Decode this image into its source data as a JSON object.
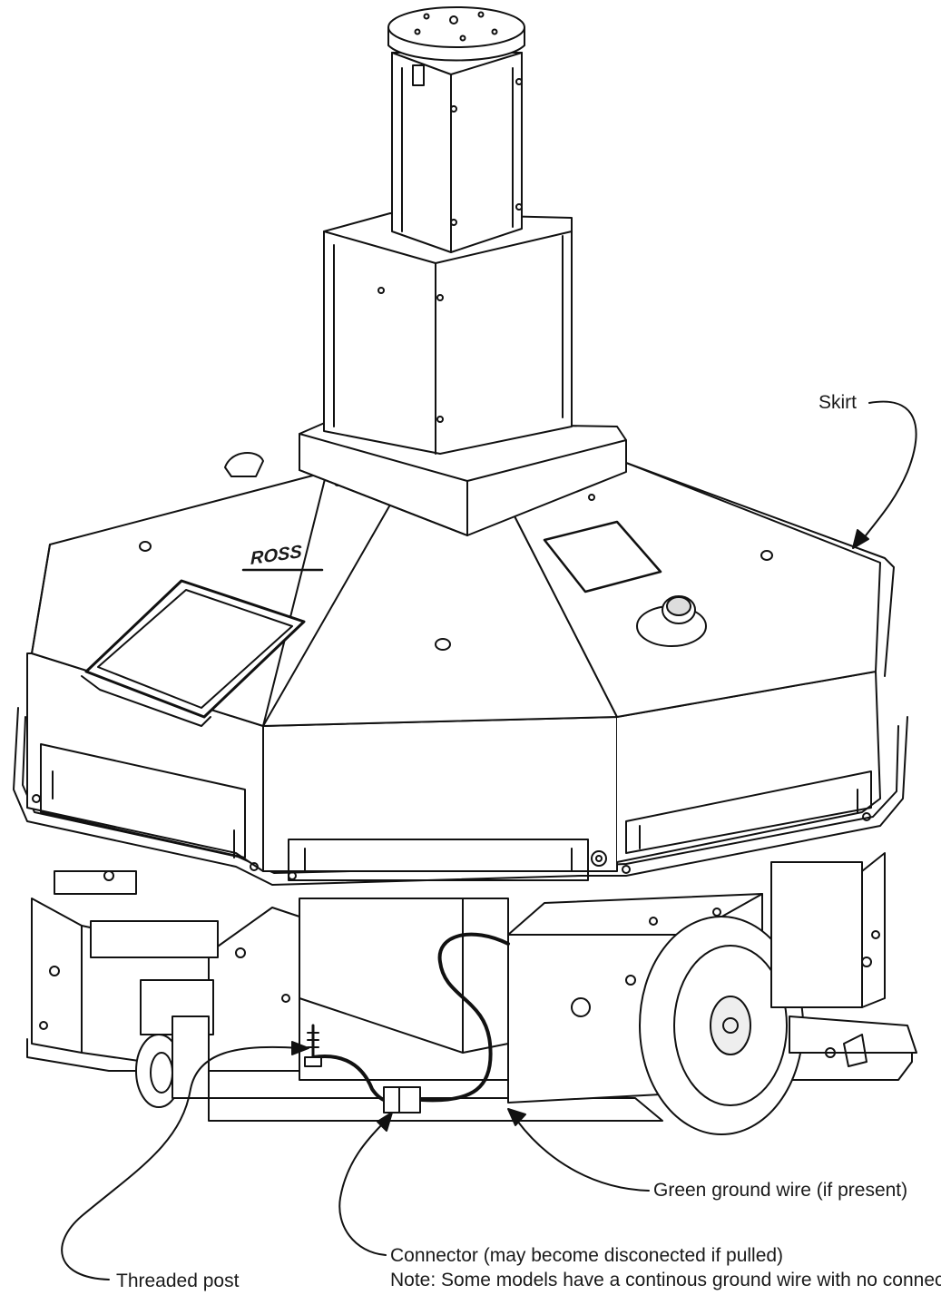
{
  "callouts": {
    "skirt": "Skirt",
    "ground_wire": "Green ground wire (if present)",
    "connector": "Connector (may become disconected if pulled)",
    "note": "Note: Some models have a continous ground wire with no connector",
    "threaded_post": "Threaded post"
  },
  "logo": "ROSS",
  "colors": {
    "line": "#111111",
    "fill": "#ffffff",
    "shade": "#e6e6e6"
  }
}
